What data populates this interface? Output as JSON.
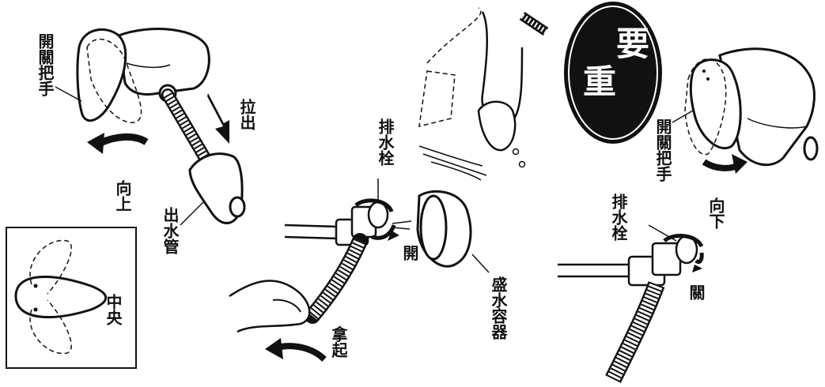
{
  "labels": {
    "handle_1": "開關把手",
    "pull_out": "拉出",
    "up": "向上",
    "spout": "出水管",
    "center": "中央",
    "drain_plug_1": "排水栓",
    "open": "開",
    "lift": "拿起",
    "container": "盛水容器",
    "important_1": "重",
    "important_2": "要",
    "handle_2": "開關把手",
    "down": "向下",
    "drain_plug_2": "排水栓",
    "close": "關"
  },
  "colors": {
    "ink": "#111111",
    "paper": "#ffffff"
  }
}
